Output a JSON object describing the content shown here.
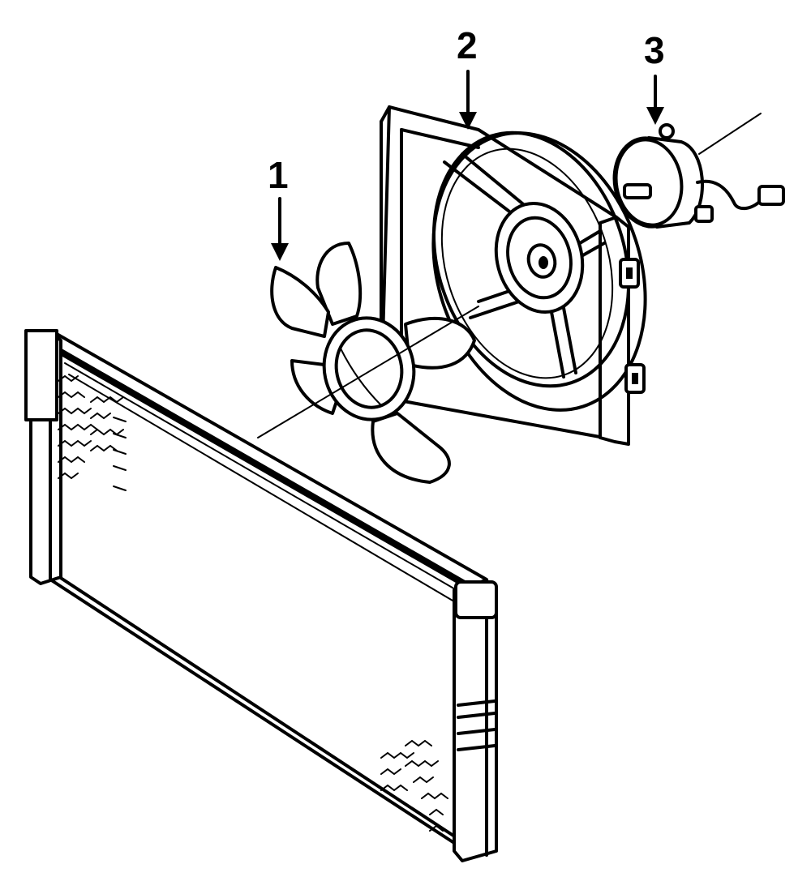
{
  "diagram": {
    "callouts": [
      {
        "number": "1",
        "part": "fan-blade"
      },
      {
        "number": "2",
        "part": "fan-shroud"
      },
      {
        "number": "3",
        "part": "fan-motor"
      }
    ],
    "parts": [
      "radiator",
      "fan-blade",
      "fan-shroud",
      "fan-motor"
    ],
    "colors": {
      "line": "#000000",
      "background": "#ffffff"
    }
  }
}
